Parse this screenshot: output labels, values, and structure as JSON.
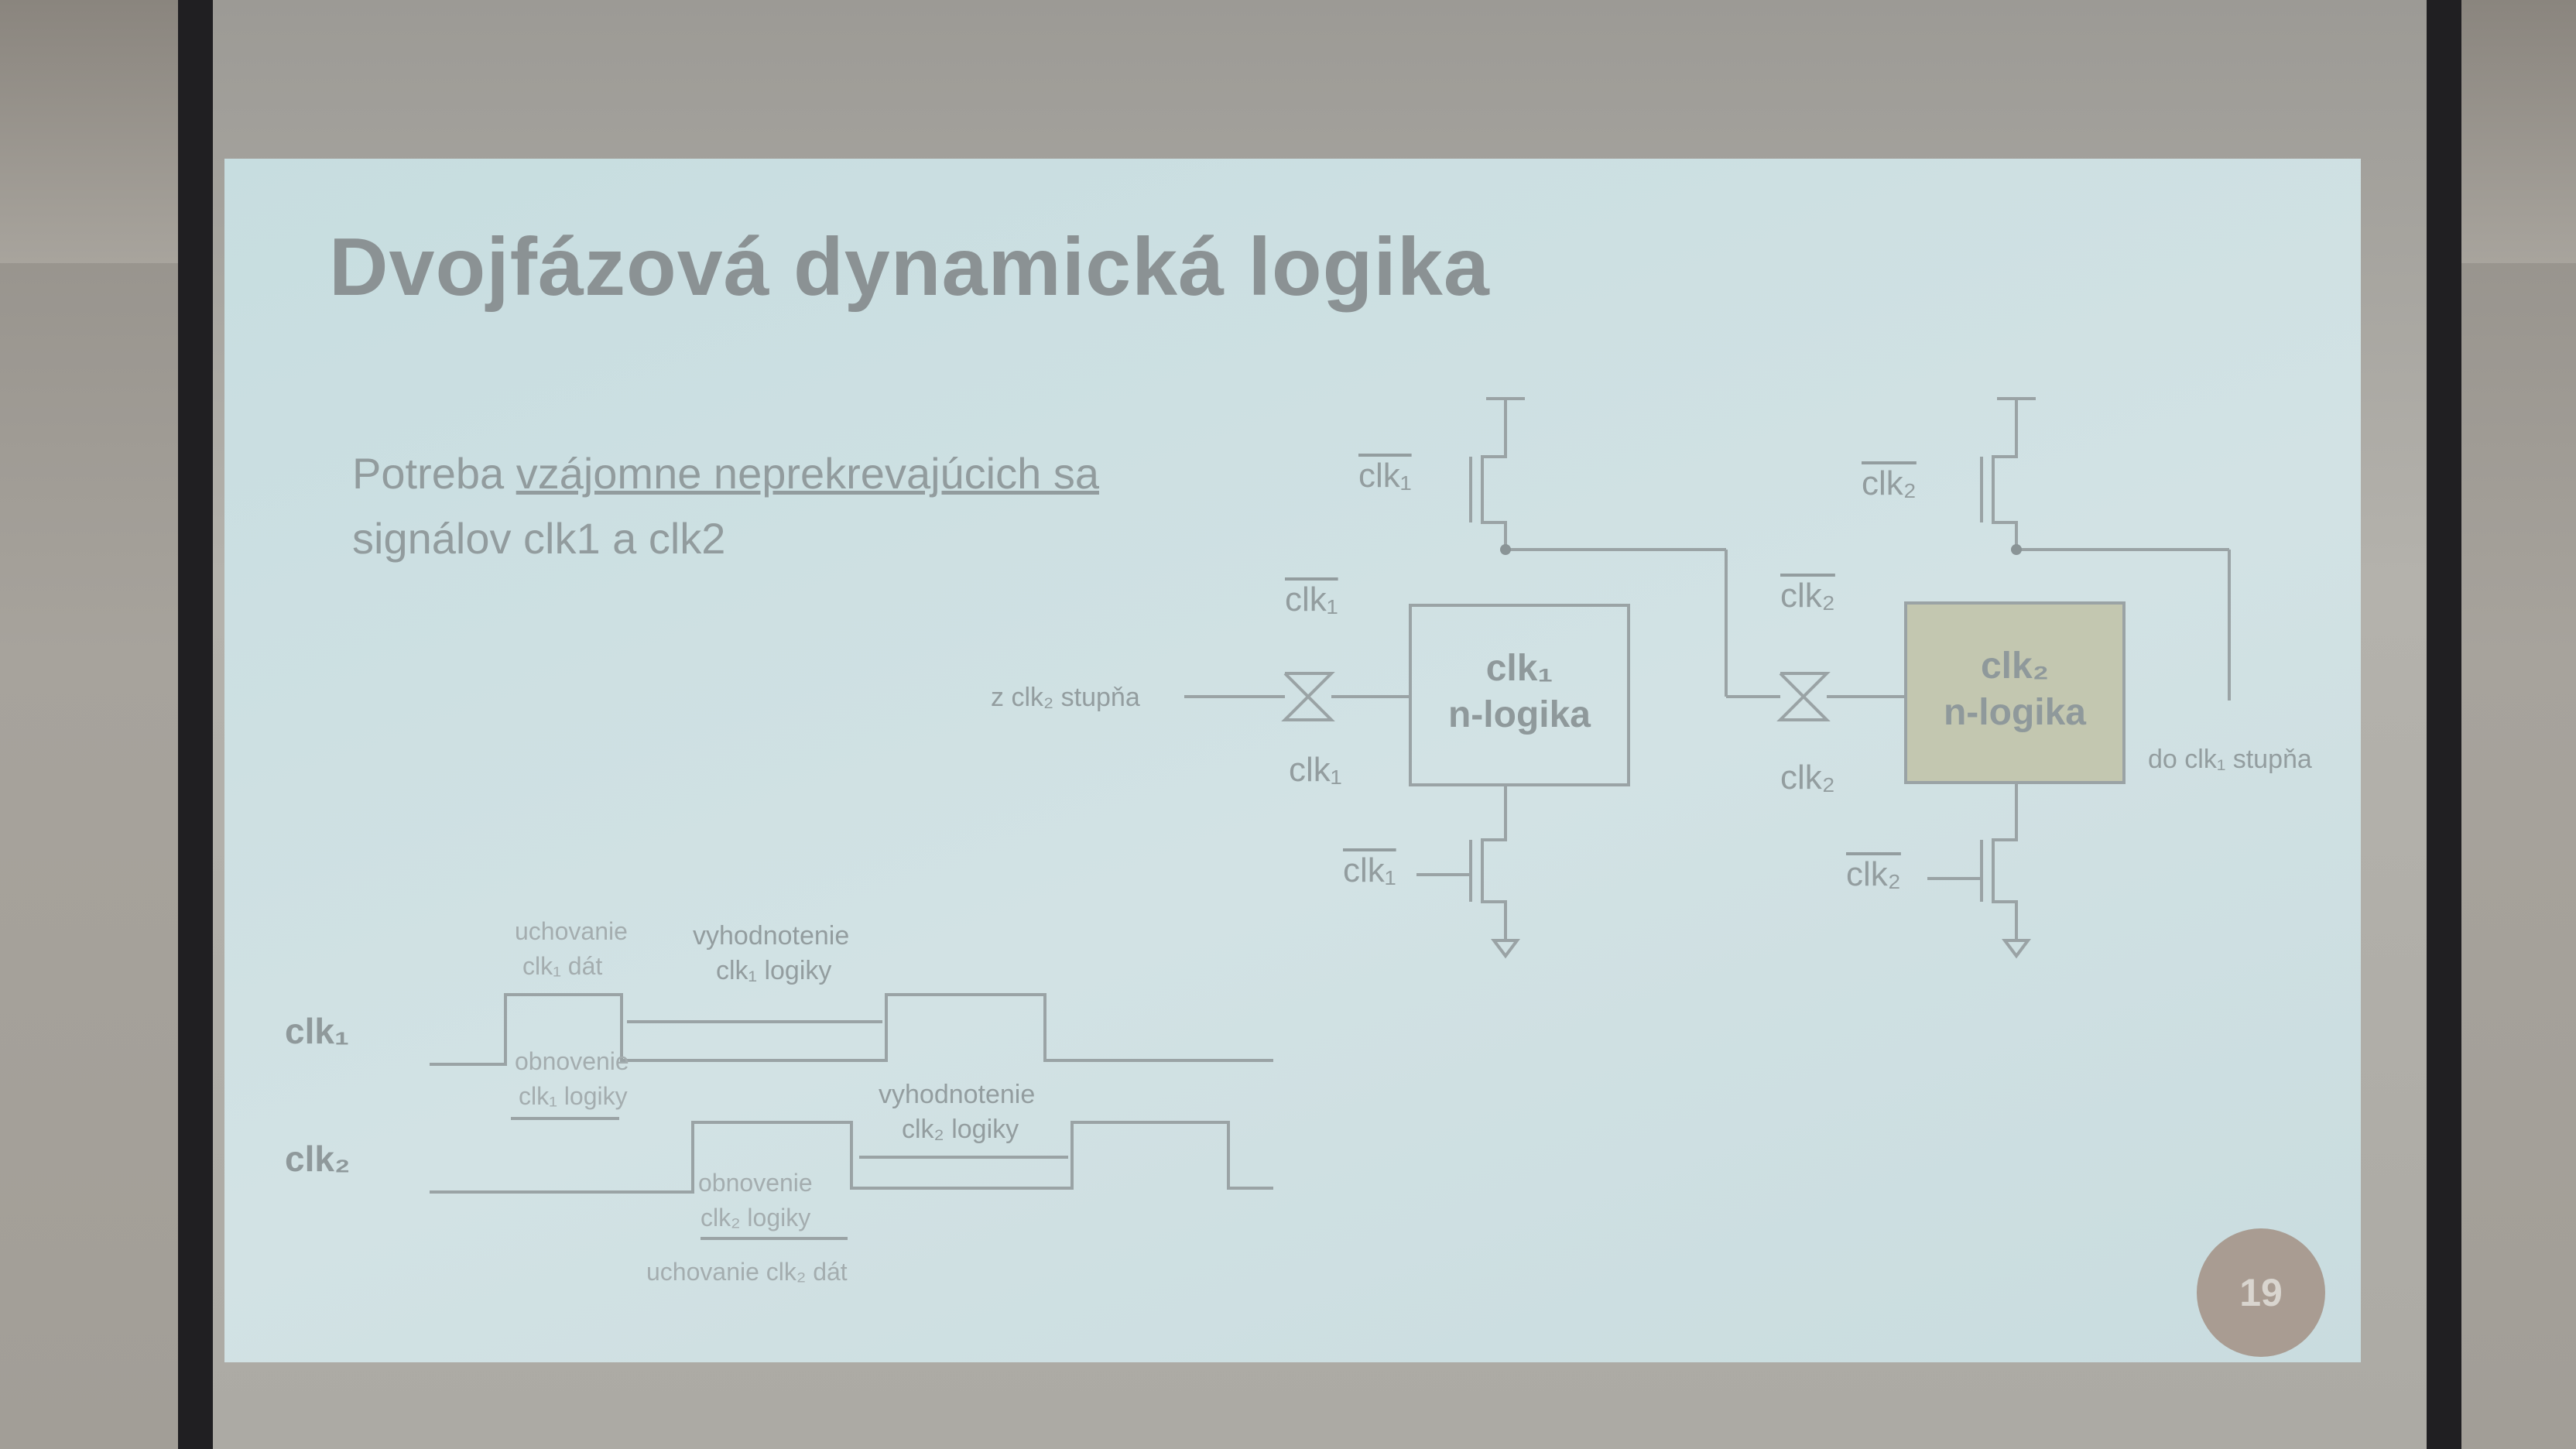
{
  "slide": {
    "title": "Dvojfázová dynamická logika",
    "text_line1_plain": "Potreba ",
    "text_line1_underlined": "vzájomne neprekrevajúcich sa",
    "text_line2": "signálov clk1 a clk2",
    "page_number": "19"
  },
  "circuit": {
    "clk1_bar_top": "clk₁",
    "clk2_bar_top": "clk₂",
    "clk1_bar_gate": "clk₁",
    "clk1_gate": "clk₁",
    "clk2_bar_gate": "clk₂",
    "clk2_gate": "clk₂",
    "clk1_bar_bottom": "clk₁",
    "clk2_bar_bottom": "clk₂",
    "input_label": "z clk₂ stupňa",
    "output_label": "do clk₁ stupňa",
    "block1_line1": "clk₁",
    "block1_line2": "n-logika",
    "block2_line1": "clk₂",
    "block2_line2": "n-logika"
  },
  "timing": {
    "clk1_label": "clk₁",
    "clk2_label": "clk₂",
    "ann_store_clk1_l1": "uchovanie",
    "ann_store_clk1_l2": "clk₁ dát",
    "ann_eval_clk1_l1": "vyhodnotenie",
    "ann_eval_clk1_l2": "clk₁ logiky",
    "ann_refresh_clk1_l1": "obnovenie",
    "ann_refresh_clk1_l2": "clk₁ logiky",
    "ann_eval_clk2_l1": "vyhodnotenie",
    "ann_eval_clk2_l2": "clk₂ logiky",
    "ann_refresh_clk2_l1": "obnovenie",
    "ann_refresh_clk2_l2": "clk₂ logiky",
    "ann_store_clk2": "uchovanie clk₂ dát"
  },
  "colors": {
    "slide_bg": "#cfe1e3",
    "line": "#9aa3a5",
    "block2_fill": "#c3c7b0",
    "badge": "#a99c92"
  }
}
